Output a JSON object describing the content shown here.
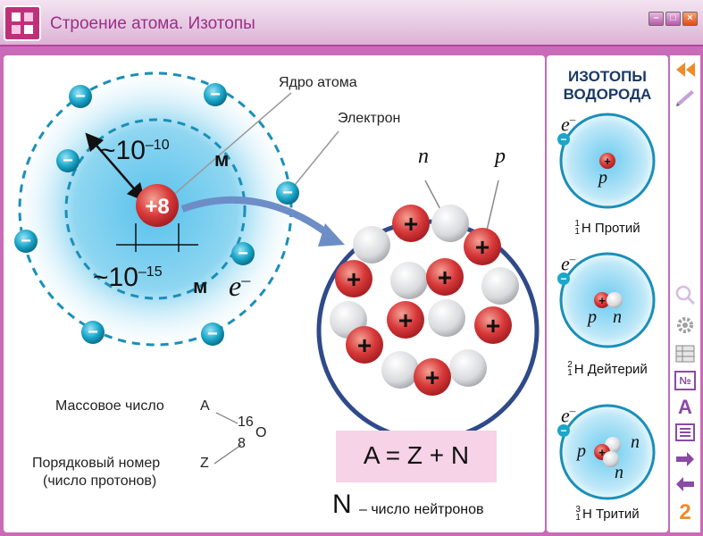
{
  "window": {
    "title": "Строение атома. Изотопы",
    "min_label": "–",
    "max_label": "□",
    "close_label": "×"
  },
  "atom": {
    "nucleus_charge": "+8",
    "electron_sign": "−",
    "electron_symbol": "e",
    "electron_symbol_sup": "–",
    "size_tilde": "~10",
    "size_exp": "–10",
    "size_unit": "м",
    "nucleus_size_tilde": "~10",
    "nucleus_size_exp": "–15",
    "nucleus_unit": "м",
    "label_nucleus": "Ядро атома",
    "label_electron": "Электрон"
  },
  "nucleus_zoom": {
    "label_n": "n",
    "label_p": "p",
    "proton_sign": "+"
  },
  "notation": {
    "mass_label": "Массовое число",
    "mass_letter": "A",
    "mass_value": "16",
    "element_symbol": "O",
    "atomic_value": "8",
    "ordinal_label": "Порядковый номер",
    "ordinal_letter": "Z",
    "ordinal_note": "(число протонов)"
  },
  "formula": {
    "text": "A = Z + N",
    "n_letter": "N",
    "n_desc": "– число нейтронов"
  },
  "isotopes": {
    "title_line1": "ИЗОТОПЫ",
    "title_line2": "ВОДОРОДА",
    "electron_e": "e",
    "electron_sup": "–",
    "items": [
      {
        "mass": "1",
        "number": "1",
        "symbol": "H",
        "name": "Протий",
        "p": "p",
        "n": ""
      },
      {
        "mass": "2",
        "number": "1",
        "symbol": "H",
        "name": "Дейтерий",
        "p": "p",
        "n": "n"
      },
      {
        "mass": "3",
        "number": "1",
        "symbol": "H",
        "name": "Тритий",
        "p": "p",
        "n": "n"
      }
    ]
  },
  "toolbar": {
    "letter_a": "A",
    "number_sign": "№",
    "page_number": "2"
  },
  "colors": {
    "accent_magenta": "#c96bb8",
    "title_text": "#9a2f86",
    "proton_red": "#d8393a",
    "electron_blue": "#1aa7c9",
    "cloud_blue": "#7ed0ee"
  }
}
